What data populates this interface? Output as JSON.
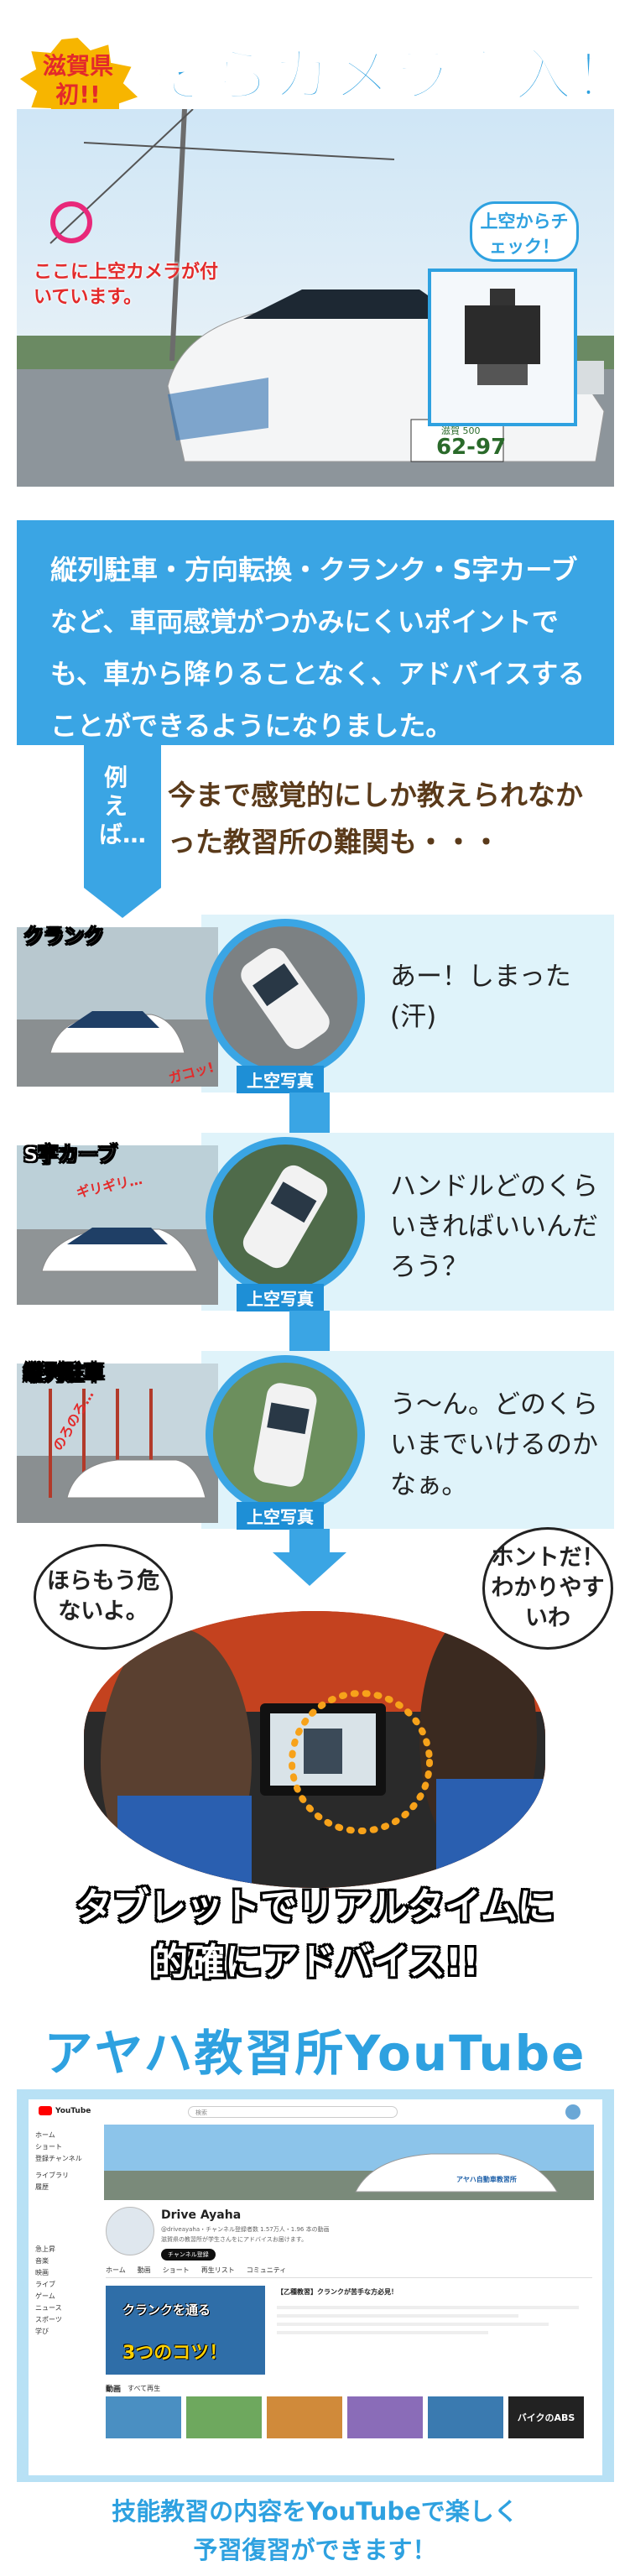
{
  "header": {
    "badge": "滋賀県初!!",
    "title": "そらカメラ導入！",
    "camera_note": "ここに上空カメラが付いています。",
    "check_bubble": "上空からチェック！",
    "plate": "62-97",
    "plate_top": "滋賀 500"
  },
  "intro": {
    "text": "縦列駐車・方向転換・クランク・S字カーブなど、車両感覚がつかみにくいポイントでも、車から降りることなく、アドバイスすることができるようになりました。",
    "example_label": "例えば…",
    "lead": "今まで感覚的にしか教えられなかった教習所の難関も・・・"
  },
  "panels": [
    {
      "tag": "クランク",
      "sfx": "ガコッ!",
      "photo_label": "上空写真",
      "speech": "あー！しまった(汗)"
    },
    {
      "tag": "S字カーブ",
      "sfx": "ギリギリ…",
      "photo_label": "上空写真",
      "speech": "ハンドルどのくらいきればいいんだろう？"
    },
    {
      "tag": "縦列駐車",
      "sfx": "のろのろ…",
      "photo_label": "上空写真",
      "speech": "う〜ん。どのくらいまでいけるのかなぁ。"
    }
  ],
  "tablet": {
    "left_bubble": "ほらもう危ないよ。",
    "right_bubble": "ホントだ！わかりやすいわ",
    "caption_1": "タブレットでリアルタイムに",
    "caption_2": "的確にアドバイス!!"
  },
  "youtube": {
    "section_title": "アヤハ教習所YouTube",
    "logo": "YouTube",
    "search_placeholder": "検索",
    "channel_name": "Drive Ayaha",
    "channel_meta": "@driveayaha・チャンネル登録者数 1.57万人・1.96 本の動画",
    "channel_desc": "滋賀県の教習所が学生さんをにアドバイスお届けます。",
    "subscribe_label": "チャンネル登録",
    "tabs": [
      "ホーム",
      "動画",
      "ショート",
      "再生リスト",
      "コミュニティ"
    ],
    "sidebar": [
      "ホーム",
      "ショート",
      "登録チャンネル",
      "ライブラリ",
      "履歴",
      "急上昇",
      "音楽",
      "映画",
      "ライブ",
      "ゲーム",
      "ニュース",
      "スポーツ",
      "学び"
    ],
    "video_title": "【乙種教習】クランクが苦手な方必見！",
    "video_overlay_1": "クランクを通る",
    "video_overlay_2": "3つのコツ！",
    "thumb_label": "バイクのABS",
    "shelf_label": "動画",
    "play_all": "すべて再生",
    "banner_text": "アヤハ自動車教習所"
  },
  "footer": {
    "line1": "技能教習の内容をYouTubeで楽しく",
    "line2": "予習復習ができます！"
  }
}
